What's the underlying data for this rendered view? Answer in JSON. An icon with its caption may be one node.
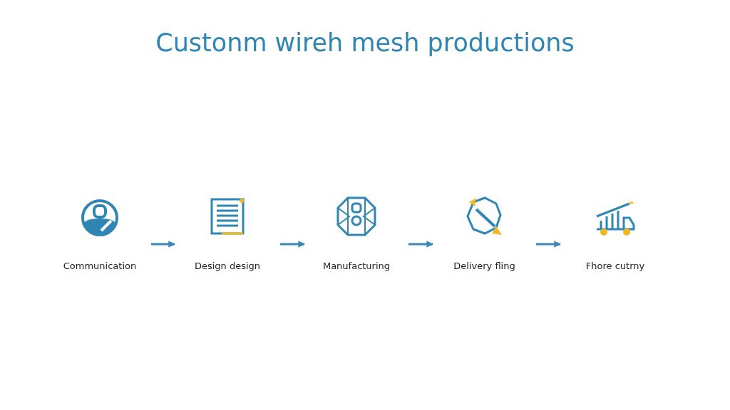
{
  "diagram": {
    "title": "Custonm wireh mesh productions",
    "nodes": [
      {
        "text": [
          "Communication"
        ]
      },
      {
        "text": [
          "Design design"
        ]
      },
      {
        "text": [
          "Manufacturing"
        ]
      },
      {
        "text": [
          "Delivery fling"
        ]
      },
      {
        "text": [
          "Fhore cutrny"
        ]
      }
    ],
    "edges": [
      {
        "from": 0,
        "to": 1,
        "arrow": "to"
      },
      {
        "from": 1,
        "to": 2,
        "arrow": "to"
      },
      {
        "from": 2,
        "to": 3,
        "arrow": "to"
      },
      {
        "from": 3,
        "to": 4,
        "arrow": "to"
      }
    ]
  }
}
